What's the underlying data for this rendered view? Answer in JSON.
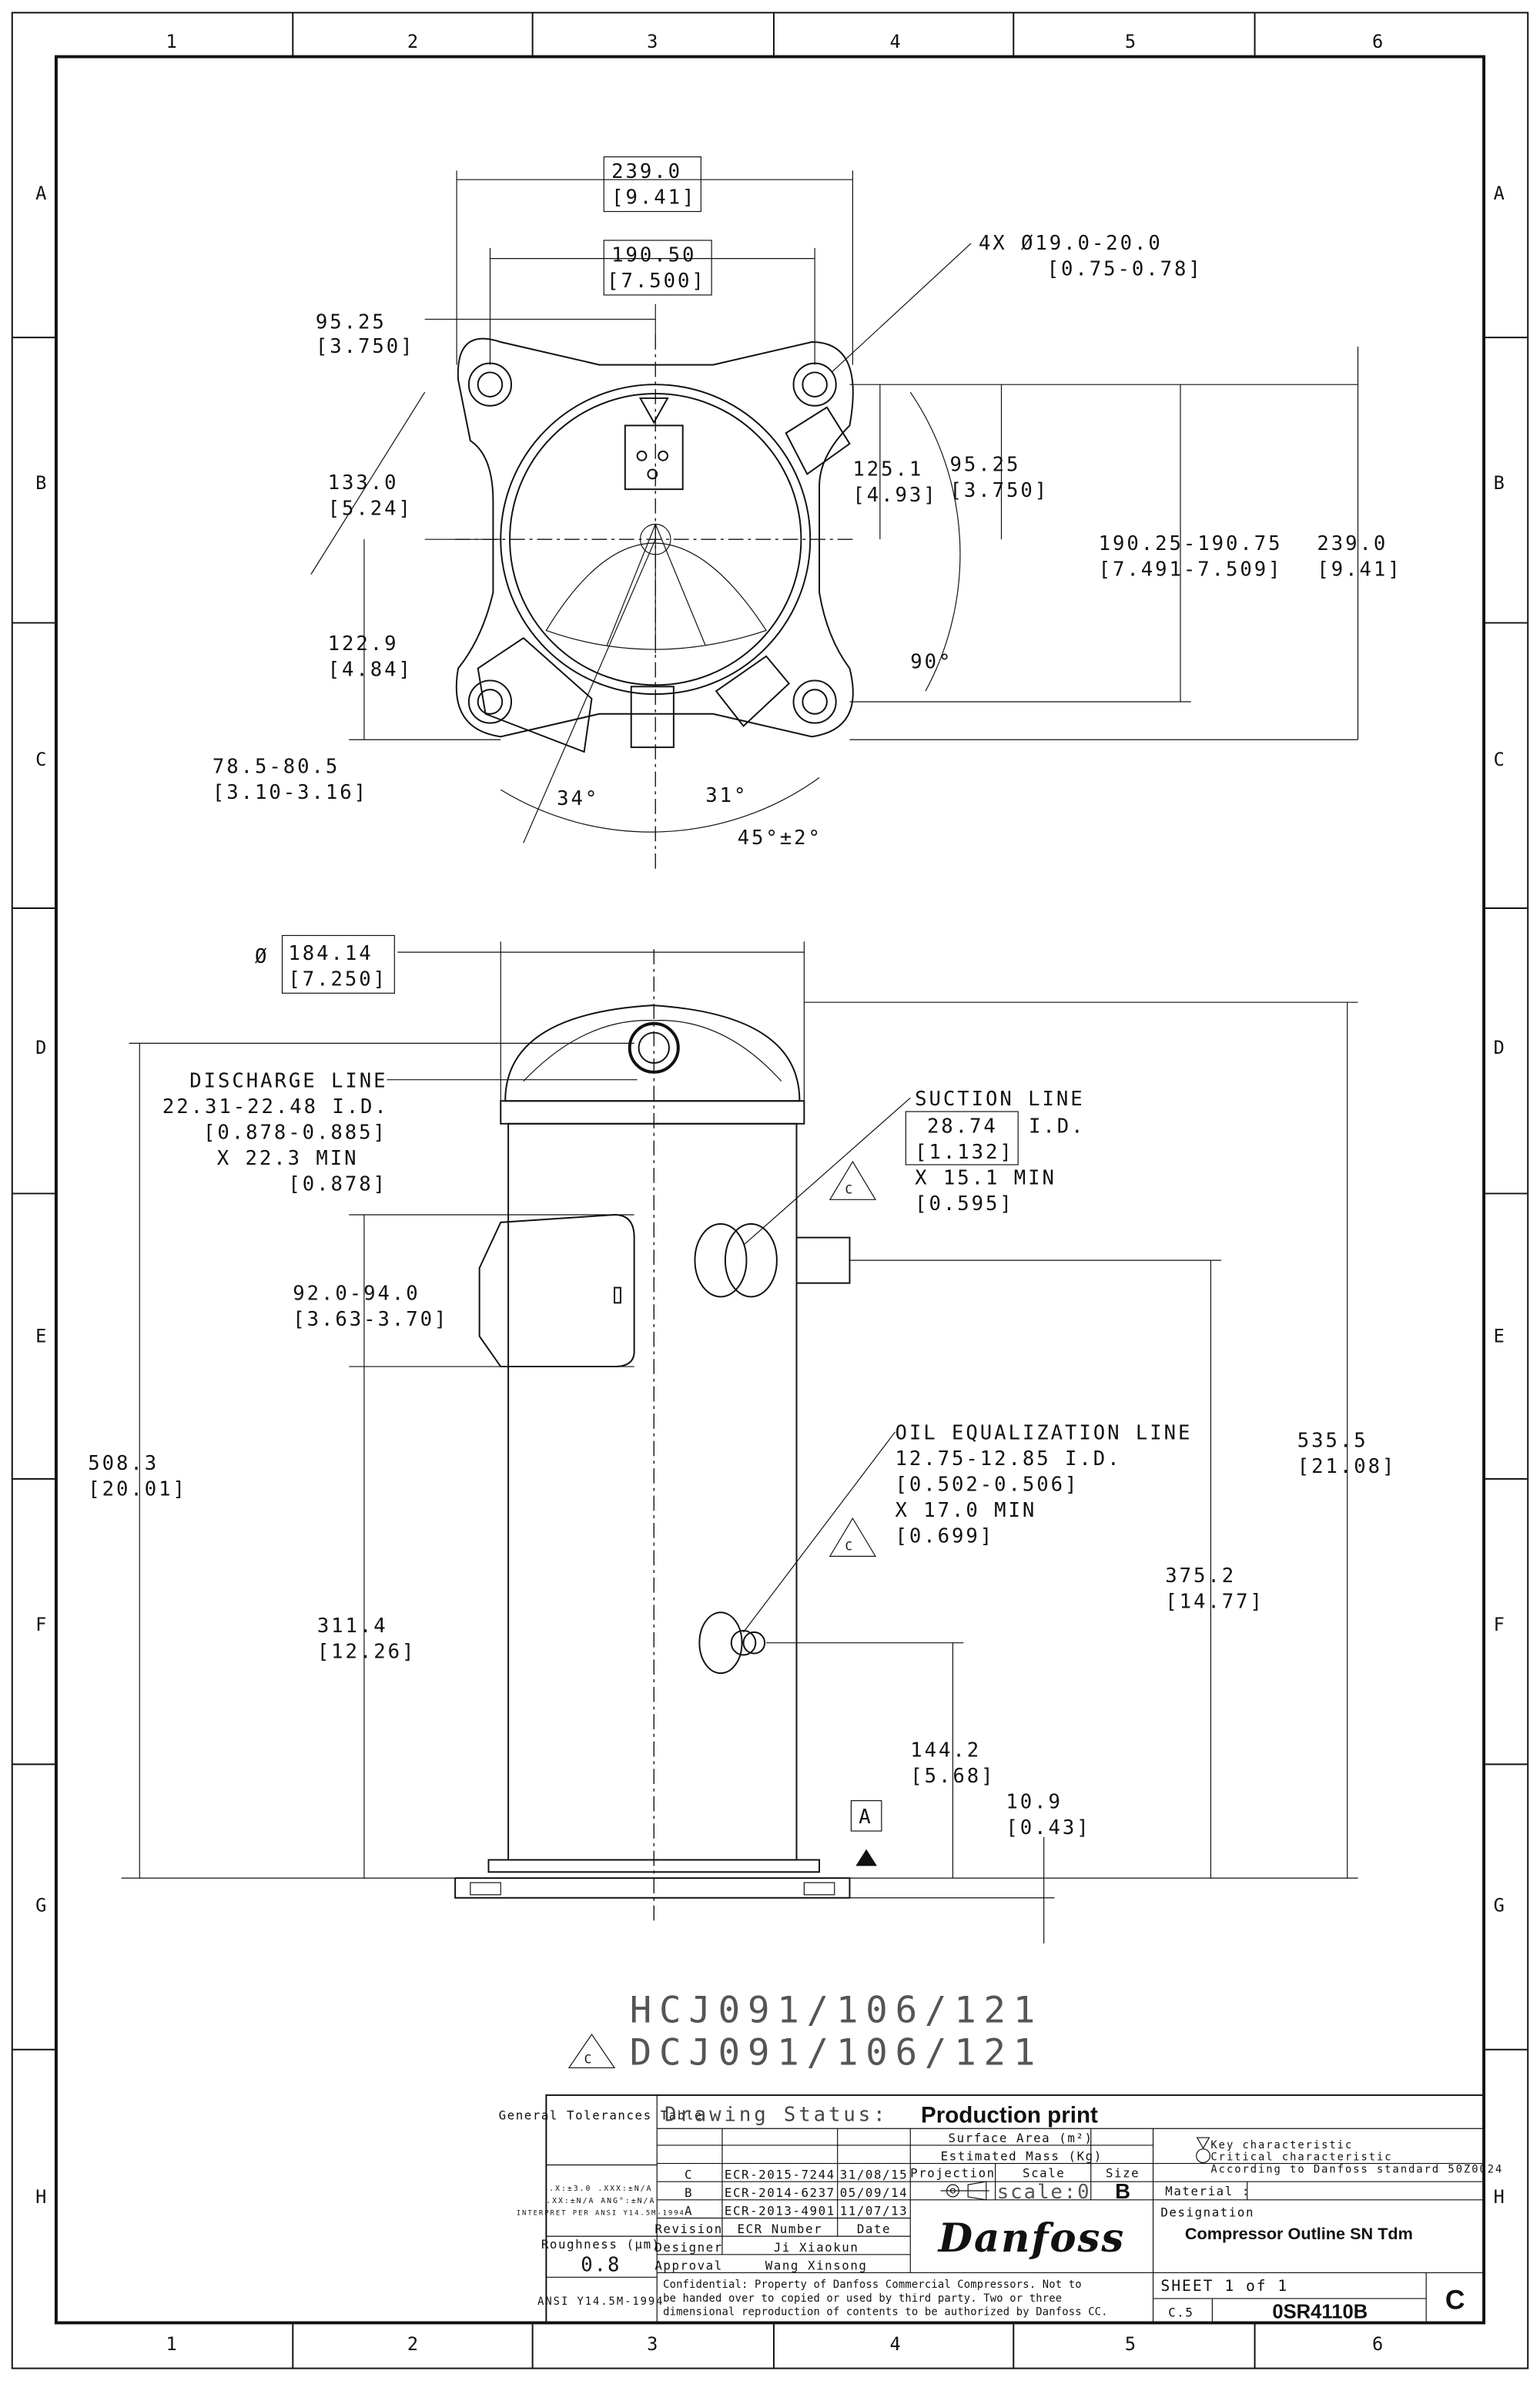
{
  "grid": {
    "columns": [
      "1",
      "2",
      "3",
      "4",
      "5",
      "6"
    ],
    "rows": [
      "A",
      "B",
      "C",
      "D",
      "E",
      "F",
      "G",
      "H"
    ]
  },
  "top_view": {
    "width_overall": "239.0",
    "width_overall_in": "[9.41]",
    "hole_spacing": "190.50",
    "hole_spacing_in": "[7.500]",
    "holes": "4X Ø19.0-20.0",
    "holes_in": "[0.75-0.78]",
    "offset_x": "95.25",
    "offset_x_in": "[3.750]",
    "radius_133": "133.0",
    "radius_133_in": "[5.24]",
    "dim_125": "125.1",
    "dim_125_in": "[4.93]",
    "offset_y": "95.25",
    "offset_y_in": "[3.750]",
    "hole_spacing_y": "190.25-190.75",
    "hole_spacing_y_in": "[7.491-7.509]",
    "height_overall": "239.0",
    "height_overall_in": "[9.41]",
    "dim_122": "122.9",
    "dim_122_in": "[4.84]",
    "dim_78": "78.5-80.5",
    "dim_78_in": "[3.10-3.16]",
    "angle_90": "90°",
    "angle_34": "34°",
    "angle_31": "31°",
    "angle_45": "45°±2°"
  },
  "side_view": {
    "diameter": "Ø",
    "diameter_value": "184.14",
    "diameter_in": "[7.250]",
    "discharge_label": "DISCHARGE LINE",
    "discharge_id": "22.31-22.48 I.D.",
    "discharge_id_in": "[0.878-0.885]",
    "discharge_depth": "X 22.3 MIN",
    "discharge_depth_in": "[0.878]",
    "suction_label": "SUCTION LINE",
    "suction_value": "28.74",
    "suction_id": "I.D.",
    "suction_value_in": "[1.132]",
    "suction_depth": "X 15.1 MIN",
    "suction_depth_in": "[0.595]",
    "oil_label": "OIL EQUALIZATION LINE",
    "oil_id": "12.75-12.85 I.D.",
    "oil_id_in": "[0.502-0.506]",
    "oil_depth": "X 17.0 MIN",
    "oil_depth_in": "[0.699]",
    "box_dim": "92.0-94.0",
    "box_dim_in": "[3.63-3.70]",
    "dim_508": "508.3",
    "dim_508_in": "[20.01]",
    "dim_311": "311.4",
    "dim_311_in": "[12.26]",
    "dim_535": "535.5",
    "dim_535_in": "[21.08]",
    "dim_375": "375.2",
    "dim_375_in": "[14.77]",
    "dim_144": "144.2",
    "dim_144_in": "[5.68]",
    "dim_10": "10.9",
    "dim_10_in": "[0.43]",
    "datum": "A",
    "rev_flag": "C"
  },
  "models": [
    "HCJ091/106/121",
    "DCJ091/106/121"
  ],
  "title_block": {
    "tolerances_title": "General Tolerances Table",
    "tolerances_1": ".X:±3.0  .XXX:±N/A",
    "tolerances_2": ".XX:±N/A  ANG°:±N/A",
    "tolerances_3": "INTERPRET PER ANSI Y14.5M-1994",
    "roughness_label": "Roughness (μm)",
    "roughness_value": "0.8",
    "standard": "ANSI Y14.5M-1994",
    "status_label": "Drawing Status:",
    "status_value": "Production print",
    "surface_area": "Surface Area (m²)",
    "estimated_mass": "Estimated Mass (Kg)",
    "revisions": [
      {
        "rev": "C",
        "ecr": "ECR-2015-7244",
        "date": "31/08/15"
      },
      {
        "rev": "B",
        "ecr": "ECR-2014-6237",
        "date": "05/09/14"
      },
      {
        "rev": "A",
        "ecr": "ECR-2013-4901",
        "date": "11/07/13"
      }
    ],
    "col_revision": "Revision",
    "col_ecr": "ECR Number",
    "col_date": "Date",
    "designer_label": "Designer",
    "designer": "Ji Xiaokun",
    "approval_label": "Approval",
    "approval": "Wang Xinsong",
    "projection_label": "Projection",
    "scale_label": "Scale",
    "scale_value": "scale:0",
    "size_label": "Size",
    "size_value": "B",
    "logo": "Danfoss",
    "confidential_1": "Confidential: Property of Danfoss Commercial Compressors. Not to",
    "confidential_2": "be handed over to copied or used by third party. Two or three",
    "confidential_3": "dimensional reproduction of contents to be authorized by Danfoss CC.",
    "key_char": "Key characteristic",
    "critical_char": "Critical characteristic",
    "standard_note": "According to Danfoss standard 50Z0024",
    "material_label": "Material :",
    "designation_label": "Designation",
    "designation": "Compressor Outline SN Tdm",
    "sheet": "SHEET 1 of 1",
    "cls": "C.5",
    "drawing_number": "0SR4110B",
    "revision_letter": "C"
  }
}
